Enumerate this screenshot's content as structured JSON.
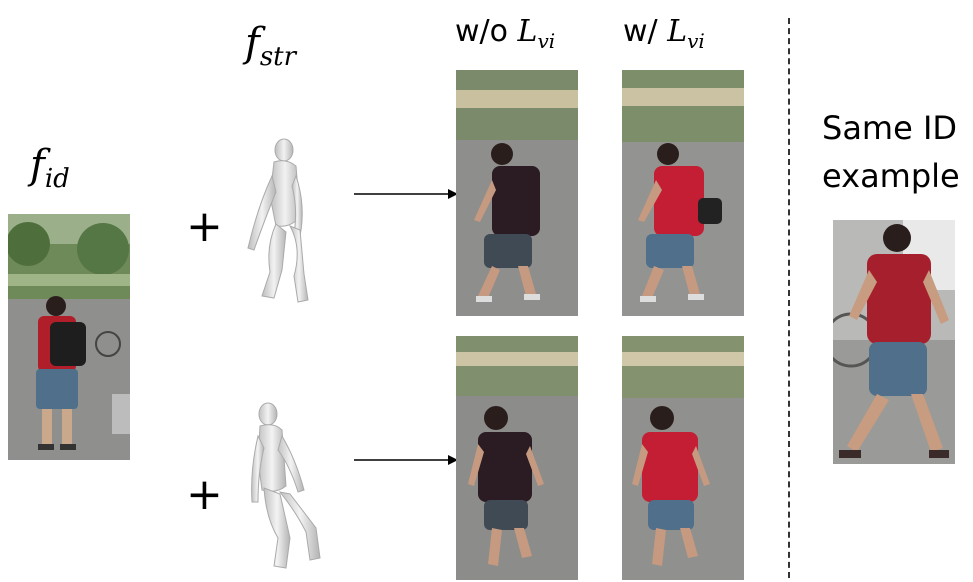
{
  "labels": {
    "f_id_base": "f",
    "f_id_sub": "id",
    "f_str_base": "f",
    "f_str_sub": "str",
    "without_prefix": "w/o ",
    "with_prefix": "w/ ",
    "loss_base": "L",
    "loss_sub": "vi",
    "same_id_line1": "Same ID",
    "same_id_line2": "example",
    "plus_symbol": "+"
  },
  "colors": {
    "shirt_red": "#b01e2a",
    "shirt_dark": "#2b1b22",
    "shorts_blue": "#4f6f8a",
    "ground_gray": "#8d8d8b",
    "foliage_green": "#5c7a4a",
    "mesh_gray": "#d7d7d7"
  }
}
